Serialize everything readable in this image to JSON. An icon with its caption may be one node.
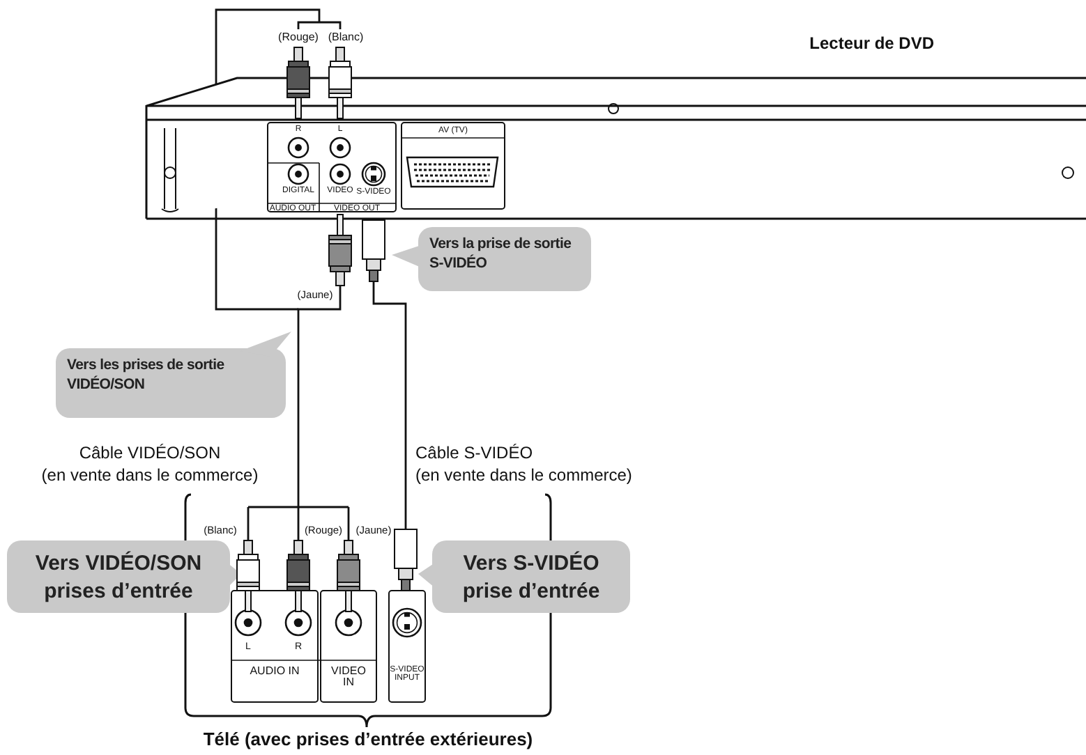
{
  "diagram": {
    "nodes": [
      {
        "text": [
          "Lecteur de DVD"
        ]
      },
      {
        "text": [
          "Vers la prise de sortie S-VIDÉO"
        ]
      },
      {
        "text": [
          "Vers les prises de sortie VIDÉO/SON"
        ]
      },
      {
        "text": [
          "Télé (avec prises d’entrée extérieures)"
        ]
      },
      {
        "text": [
          "Vers VIDÉO/SON prises d’entrée"
        ]
      },
      {
        "text": [
          "Vers S-VIDÉO prise d’entrée"
        ]
      }
    ],
    "edges": [
      {
        "from": 0,
        "to": 3,
        "arrow": "none",
        "label": "Câble VIDÉO/SON (en vente dans le commerce)"
      },
      {
        "from": 0,
        "to": 3,
        "arrow": "none",
        "label": "Câble S-VIDÉO (en vente dans le commerce)"
      }
    ],
    "labels": [
      "(Rouge)",
      "(Blanc)",
      "R",
      "L",
      "DIGITAL",
      "VIDEO",
      "S-VIDEO",
      "AUDIO OUT",
      "VIDEO OUT",
      "AV (TV)",
      "(Jaune)",
      "(Blanc)",
      "(Rouge)",
      "(Jaune)",
      "L",
      "R",
      "AUDIO IN",
      "VIDEO IN",
      "S-VIDEO INPUT"
    ]
  }
}
